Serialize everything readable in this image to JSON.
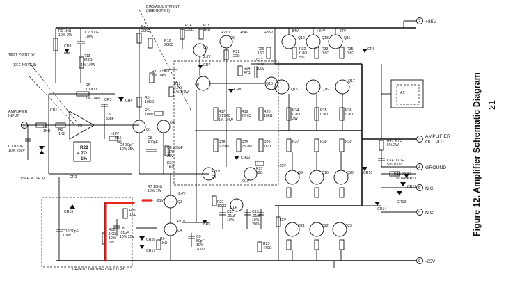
{
  "caption": {
    "figure": "Figure 12. Amplifier Schematic Diagram",
    "page": "21"
  },
  "notes": {
    "bias": "BIAS ADJUSTMENT",
    "bias_note": "(SEE NOTE 1)",
    "test_point": "TEST POINT \"A\"",
    "note3a": "(SEE NOTE 3)",
    "note3b": "(SEE NOTE 3)",
    "current_limit": "CURRENT LIMITING CIRCUITRY"
  },
  "terminals": [
    {
      "num": "1",
      "label": "AMPLIFIER",
      "label2": "INPUT"
    },
    {
      "num": "2",
      "label": "+85V",
      "label2": ""
    },
    {
      "num": "3",
      "label": "AMPLIFIER",
      "label2": "OUTPUT"
    },
    {
      "num": "4",
      "label": "GROUND",
      "label2": ""
    },
    {
      "num": "5",
      "label": "N.C.",
      "label2": ""
    },
    {
      "num": "5",
      "label": "N.C.",
      "label2": ""
    },
    {
      "num": "6",
      "label": "-85V",
      "label2": ""
    }
  ],
  "labels": {
    "r2": "R2 1KΩ",
    "r2b": "10% 2W",
    "c2": "C2 30uF",
    "c2b": "100V",
    "cr9": "CR9",
    "r13": "R13",
    "r13b": "348Ω",
    "r13c": "1% 1/4W",
    "r14": "R14",
    "r14b": "330Ω",
    "r15": "R15",
    "r15b": "1KΩ",
    "r4": "R4",
    "r4b": "20KΩ",
    "r10": "R10",
    "r10b": "20KΩ",
    "q5": "Q5",
    "r11": "R11 1.5KΩ",
    "r11b": "1% 1/4W",
    "cr7": "CR7",
    "q7": "Q7",
    "r12": "R12",
    "r12b": "4.7Ω",
    "r12c": "1% 1/4W",
    "r22": "R22",
    "r22b": "22Ω",
    "r24": "R24",
    "r24b": "47Ω",
    "c17": "C17",
    "c17b": ".01uF",
    "c17c": "100V",
    "cr8": "CR8",
    "q6": "Q6",
    "q12": "Q12",
    "q13": "Q13",
    "q14": "Q14",
    "q11": "Q11",
    "q15": "Q15",
    "q16": "Q16",
    "q17": "Q17",
    "q18": "Q18",
    "q8": "Q8",
    "q9": "Q9",
    "q10": "Q10",
    "q19": "Q19",
    "q20": "Q20",
    "q21": "Q21",
    "q22": "Q22",
    "q23": "Q23",
    "q3": "Q3",
    "q1": "Q1",
    "q2": "Q2",
    "q4": "Q4",
    "r26": "R26",
    "r26b": "18Ω",
    "r32": "R32",
    "r32b": "0.8Ω",
    "r33": "R33",
    "r33b": "0.8Ω",
    "r35": "R35",
    "r35b": "0.8Ω",
    "r34": "R34",
    "r34b": "0.8Ω",
    "r36": "R36",
    "r36b": "0.8Ω",
    "r37": "R37",
    "r38": "R38",
    "r39": "R39",
    "r17": "R17",
    "r17b": "6.19KΩ",
    "r19": "R19",
    "r19b": "23.7Ω",
    "r20": "R20",
    "r20b": "100Ω",
    "r18": "R18",
    "r18b": "6.19KΩ",
    "r25": "R25",
    "r25b": "23.7KΩ",
    "r29": "R29",
    "r29b": "1KΩ",
    "r27": "R27",
    "r27b": "22Ω",
    "cr10": "CR10",
    "r5": "R5",
    "r5b": "10KΩ",
    "r6": "R6",
    "r6b": "100Ω",
    "r1": "R1",
    "r1b": "1KΩ",
    "r3": "R3",
    "r3b": "1KΩ",
    "r16": "R16",
    "r16b": "10Ω",
    "c3": "C3",
    "c3b": "33pF",
    "u1": "U1",
    "r28": "R28",
    "r28b": "4.7Ω",
    "r28c": "1%",
    "r8": "R8",
    "r8b": "100KΩ",
    "r8c": "1% 1/4W",
    "cr1": "CR1",
    "cr2": "CR2",
    "cr3": "CR3",
    "cr4": "CR4",
    "cr5": "CR5",
    "cr6": "CR6",
    "c1": "C1 0.1uF",
    "c1b": "10% 250V",
    "c4": "C4 30pF",
    "c4b": "10% 25V",
    "c5": "C5",
    "c5b": "400pF",
    "c6": "C6 300pF",
    "c6b": "10%",
    "c6c": "25V",
    "r7": "R7 10KΩ",
    "r7b": "10% 1W",
    "r9": "R9",
    "r9b": "1KΩ",
    "r31": "R31",
    "r31b": "1KΩ",
    "r21": "R21",
    "r21b": "100Ω",
    "c9": "C9",
    "c9b": "50pF",
    "c9c": "10%",
    "c9d": "200V",
    "c11": "C11",
    "c11b": ".01uF",
    "c11c": "10%",
    "c11d": "200V",
    "c13": "C13",
    "c13b": ".01uF",
    "c13c": "10%",
    "c13d": "200V",
    "r23": "R23",
    "r23b": "470Ω",
    "cr15": "CR15",
    "c10": "C10 30pF",
    "c10b": "100V",
    "r30": "R30",
    "r30b": "1KΩ",
    "r30c": "10%",
    "r30d": "2W",
    "c8": "C8",
    "c8b": ".01uF",
    "c8c": "10% 25V",
    "cr16": "CR16",
    "cr17": "CR17",
    "cr14": "CR14",
    "cr11": "CR11",
    "cr12": "CR12",
    "cr13": "CR13",
    "r47": "R47 4.7Ω",
    "r47b": "5% 2W",
    "c14": "C14 0.1uF",
    "c14b": "5% 100V",
    "r48": "R48 23.7K",
    "r48b": "1% 1/4W",
    "a1": "A1",
    "v1": "+2.0V",
    "v2": "+84V",
    "v3": "-85V",
    "v4": "-84V",
    "v5": "-1.4V",
    "v6": "+1.4V",
    "v7": "-16V",
    "v8": "-91V",
    "v9": "+91V",
    "v10": "2.5V",
    "v11": "-1V",
    "v12": "+1V",
    "v13": "-83V",
    "v14": "-81V",
    "v15": "+85V",
    "v16": "+21V",
    "pct1": "5%",
    "w3": "3W",
    "w1": "1% 1/4W"
  }
}
